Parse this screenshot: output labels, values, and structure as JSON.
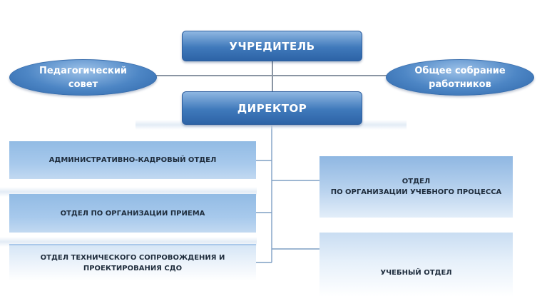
{
  "nodes": {
    "founder": "УЧРЕДИТЕЛЬ",
    "director": "ДИРЕКТОР",
    "ped_council": "Педагогический\nсовет",
    "general_meeting": "Общее собрание\nработников",
    "admin_dept": "АДМИНИСТРАТИВНО-КАДРОВЫЙ ОТДЕЛ",
    "admission_dept": "ОТДЕЛ ПО ОРГАНИЗАЦИИ ПРИЕМА",
    "tech_dept": "ОТДЕЛ ТЕХНИЧЕСКОГО СОПРОВОЖДЕНИЯ И ПРОЕКТИРОВАНИЯ СДО",
    "edu_process_dept": "ОТДЕЛ\nПО ОРГАНИЗАЦИИ УЧЕБНОГО ПРОЦЕССА",
    "study_dept": "УЧЕБНЫЙ ОТДЕЛ"
  },
  "colors": {
    "connector": "#8a95a3",
    "box_dark": "#3f79bb",
    "box_light": "#a7c9ec"
  }
}
